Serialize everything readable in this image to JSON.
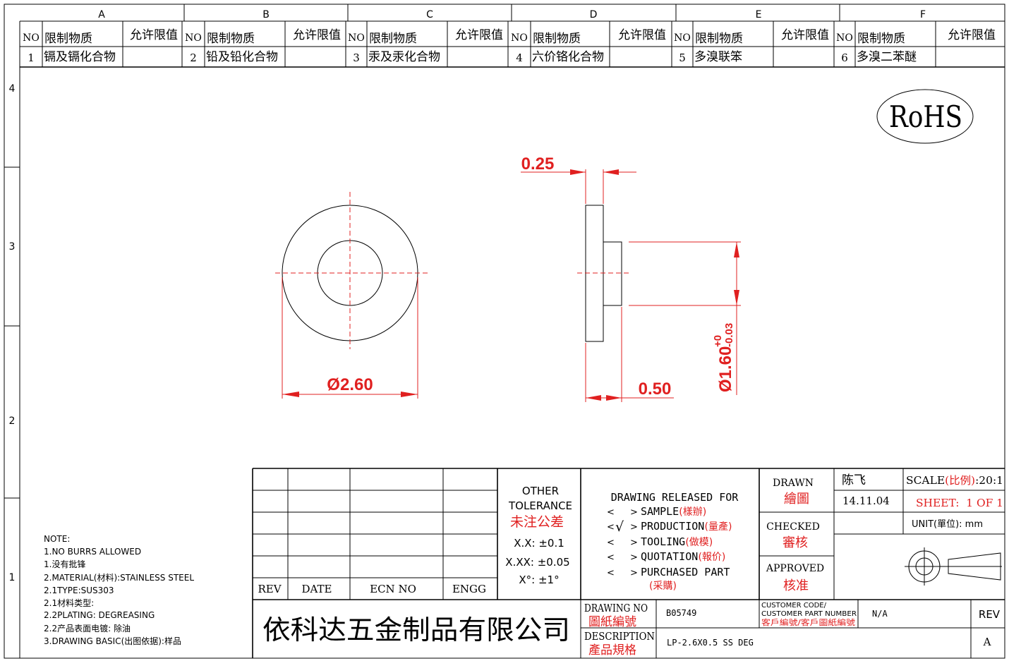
{
  "zone_columns": [
    "A",
    "B",
    "C",
    "D",
    "E",
    "F"
  ],
  "zone_rows": [
    "4",
    "3",
    "2",
    "1"
  ],
  "substances": {
    "header_no": "NO",
    "header_substance": "限制物质",
    "header_limit": "允许限值",
    "items": [
      {
        "no": "1",
        "name": "镉及镉化合物",
        "limit": ""
      },
      {
        "no": "2",
        "name": "铅及铅化合物",
        "limit": ""
      },
      {
        "no": "3",
        "name": "汞及汞化合物",
        "limit": ""
      },
      {
        "no": "4",
        "name": "六价铬化合物",
        "limit": ""
      },
      {
        "no": "5",
        "name": "多溴联笨",
        "limit": ""
      },
      {
        "no": "6",
        "name": "多溴二苯醚",
        "limit": ""
      }
    ]
  },
  "rohs_label": "RoHS",
  "dimensions": {
    "outer_diameter": "Ø2.60",
    "thickness_top": "0.25",
    "length_bottom": "0.50",
    "inner_diameter": "Ø1.60",
    "inner_tol_upper": "+0",
    "inner_tol_lower": "-0.03"
  },
  "notes": [
    "NOTE:",
    "1.NO BURRS ALLOWED",
    "1.没有批锋",
    "2.MATERIAL(材料):STAINLESS STEEL",
    "2.1TYPE:SUS303",
    "2.1材料类型:",
    "2.2PLATING: DEGREASING",
    "2.2产品表面电镀: 除油",
    "3.DRAWING BASIC(出图依据):样品"
  ],
  "revision_block": {
    "rev": "REV",
    "date": "DATE",
    "ecn_no": "ECN NO",
    "engg": "ENGG"
  },
  "tolerance": {
    "title_line1": "OTHER",
    "title_line2": "TOLERANCE",
    "title_cn": "未注公差",
    "xx": "X.X: ±0.1",
    "xxx": "X.XX: ±0.05",
    "angle": "X°: ±1°"
  },
  "release": {
    "title": "DRAWING RELEASED FOR",
    "items": [
      {
        "label": "SAMPLE",
        "cn": "(樣辦)",
        "checked": false
      },
      {
        "label": "PRODUCTION",
        "cn": "(量產)",
        "checked": true
      },
      {
        "label": "TOOLING",
        "cn": "(做模)",
        "checked": false
      },
      {
        "label": "QUOTATION",
        "cn": "(報价)",
        "checked": false
      },
      {
        "label": "PURCHASED PART",
        "cn": "(采購)",
        "checked": false
      }
    ],
    "bracket_open": "<",
    "bracket_close": ">",
    "check_mark": "√"
  },
  "signoff": {
    "drawn": "DRAWN",
    "drawn_cn": "繪圖",
    "drawn_name": "陈飞",
    "drawn_date": "14.11.04",
    "checked": "CHECKED",
    "checked_cn": "審核",
    "approved": "APPROVED",
    "approved_cn": "核准"
  },
  "scale_block": {
    "scale_label": "SCALE",
    "scale_cn": "(比例)",
    "scale_value": ":20:1",
    "sheet": "SHEET:  1 OF 1",
    "unit_label": "UNIT(單位): mm"
  },
  "title_block": {
    "company": "依科达五金制品有限公司",
    "drawing_no_label": "DRAWING NO",
    "drawing_no_cn": "圖紙編號",
    "drawing_no": "B05749",
    "description_label": "DESCRIPTION",
    "description_cn": "產品規格",
    "description": "LP-2.6X0.5 SS DEG",
    "customer_code_label": "CUSTOMER CODE/",
    "customer_part_label": "CUSTOMER PART NUMBER",
    "customer_cn": "客戶編號/客戶圖紙編號",
    "customer_value": "N/A",
    "rev_label": "REV",
    "rev_value": "A"
  },
  "colors": {
    "dimension": "#e02020",
    "lines": "#000000"
  }
}
